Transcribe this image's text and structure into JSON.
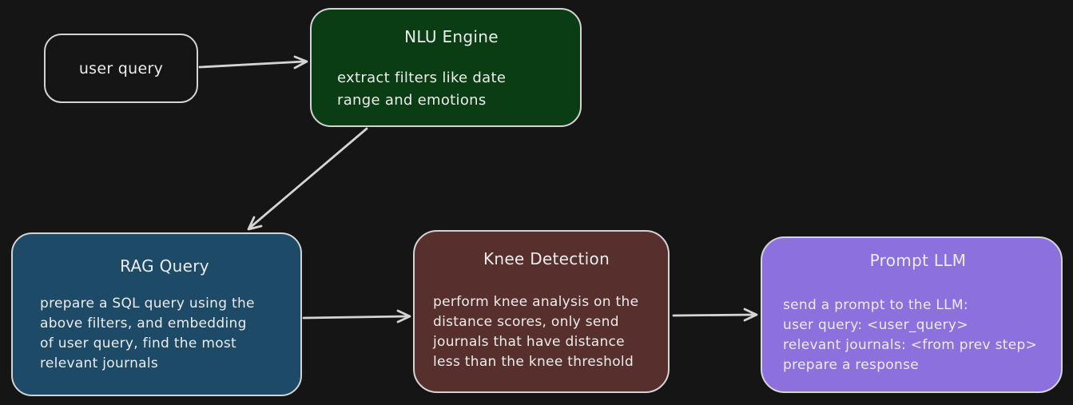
{
  "canvas": {
    "background": "#151515",
    "stroke_color": "#d4d4d4",
    "text_color": "#ececec"
  },
  "nodes": {
    "user_query": {
      "title": "user query",
      "fill": "transparent"
    },
    "nlu_engine": {
      "title": "NLU Engine",
      "body": "extract filters like date\nrange and emotions",
      "fill": "#0a3d13"
    },
    "rag_query": {
      "title": "RAG Query",
      "body": "prepare a SQL query using the\nabove filters, and embedding\nof user query, find the most\nrelevant journals",
      "fill": "#1d4a66"
    },
    "knee_detection": {
      "title": "Knee Detection",
      "body": "perform knee analysis on the\ndistance scores, only send\njournals that have distance\nless than the knee threshold",
      "fill": "#57302e"
    },
    "prompt_llm": {
      "title": "Prompt LLM",
      "body": "send a prompt to the LLM:\nuser query: <user_query>\nrelevant journals: <from prev step>\nprepare a response",
      "fill": "#8b70de"
    }
  },
  "edges": [
    {
      "from": "user query",
      "to": "NLU Engine"
    },
    {
      "from": "NLU Engine",
      "to": "RAG Query"
    },
    {
      "from": "RAG Query",
      "to": "Knee Detection"
    },
    {
      "from": "Knee Detection",
      "to": "Prompt LLM"
    }
  ]
}
